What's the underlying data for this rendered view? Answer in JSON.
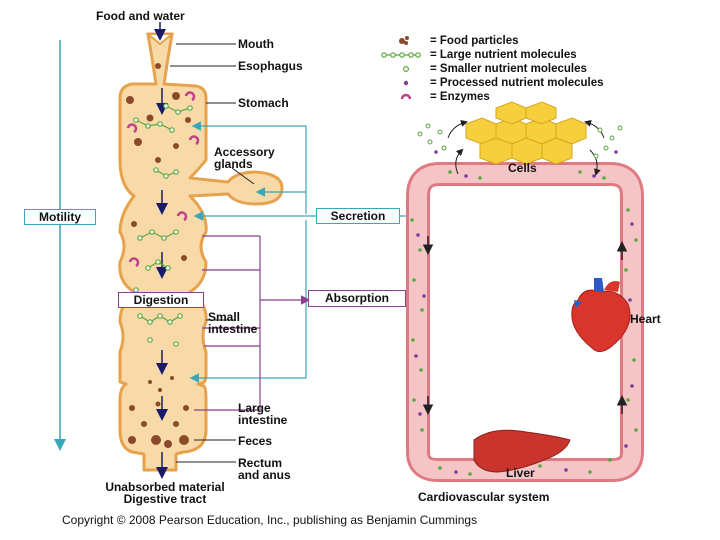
{
  "diagram": {
    "colors": {
      "tract_fill": "#f8d9a8",
      "tract_stroke": "#e6a24c",
      "vessel_fill": "#f4c4c6",
      "vessel_stroke": "#e07a82",
      "nutrient_green": "#59a83c",
      "processed_purple": "#7d3f9a",
      "enzyme_pink": "#c0428a",
      "food_brown": "#8a4a2a",
      "motility_blue": "#3aa6b9",
      "digestion_purple": "#8a3f8f",
      "cells_yellow": "#f6cf3c"
    },
    "tract_labels": {
      "food_and_water": "Food and water",
      "mouth": "Mouth",
      "esophagus": "Esophagus",
      "stomach": "Stomach",
      "accessory_glands": [
        "Accessory",
        "glands"
      ],
      "small_intestine": [
        "Small",
        "intestine"
      ],
      "large_intestine": [
        "Large",
        "intestine"
      ],
      "feces": "Feces",
      "rectum_anus": [
        "Rectum",
        "and anus"
      ],
      "unabsorbed": [
        "Unabsorbed material",
        "Digestive tract"
      ]
    },
    "process_labels": {
      "motility": "Motility",
      "secretion": "Secretion",
      "digestion": "Digestion",
      "absorption": "Absorption"
    },
    "legend": [
      {
        "icon": "food-particle-icon",
        "text": "= Food particles"
      },
      {
        "icon": "large-nutrient-icon",
        "text": "= Large nutrient molecules"
      },
      {
        "icon": "small-nutrient-icon",
        "text": "= Smaller nutrient molecules"
      },
      {
        "icon": "processed-nutrient-icon",
        "text": "= Processed nutrient molecules"
      },
      {
        "icon": "enzyme-icon",
        "text": "= Enzymes"
      }
    ],
    "cardio_labels": {
      "cells": "Cells",
      "heart": "Heart",
      "liver": "Liver",
      "system": "Cardiovascular system"
    }
  },
  "footer": {
    "copyright": "Copyright © 2008 Pearson Education, Inc., publishing as Benjamin Cummings"
  }
}
